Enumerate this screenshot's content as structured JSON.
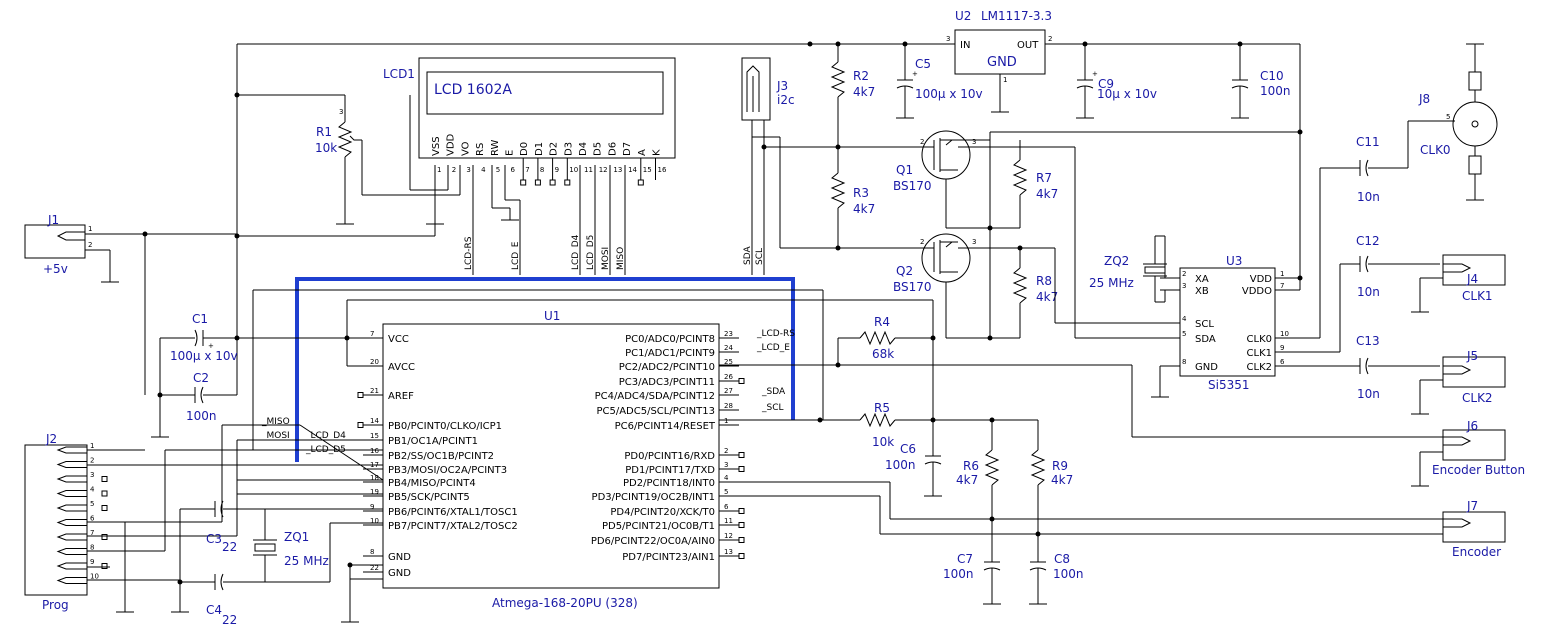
{
  "components": {
    "u1": {
      "ref": "U1",
      "value": "Atmega-168-20PU (328)"
    },
    "u2": {
      "ref": "U2",
      "value": "LM1117-3.3",
      "in": "IN",
      "out": "OUT",
      "gnd": "GND"
    },
    "u3": {
      "ref": "U3",
      "value": "Si5351"
    },
    "lcd1": {
      "ref": "LCD1",
      "display_text": "LCD 1602A",
      "pins": [
        "VSS",
        "VDD",
        "VO",
        "RS",
        "RW",
        "E",
        "D0",
        "D1",
        "D2",
        "D3",
        "D4",
        "D5",
        "D6",
        "D7",
        "A",
        "K"
      ]
    },
    "j1": {
      "ref": "J1",
      "value": "+5v"
    },
    "j2": {
      "ref": "J2",
      "value": "Prog"
    },
    "j3": {
      "ref": "J3",
      "value": "i2c"
    },
    "j4": {
      "ref": "J4",
      "value": "CLK1"
    },
    "j5": {
      "ref": "J5",
      "value": "CLK2"
    },
    "j6": {
      "ref": "J6",
      "value": "Encoder Button"
    },
    "j7": {
      "ref": "J7",
      "value": "Encoder"
    },
    "j8": {
      "ref": "J8",
      "value": "CLK0"
    },
    "r1": {
      "ref": "R1",
      "value": "10k"
    },
    "r2": {
      "ref": "R2",
      "value": "4k7"
    },
    "r3": {
      "ref": "R3",
      "value": "4k7"
    },
    "r4": {
      "ref": "R4",
      "value": "68k"
    },
    "r5": {
      "ref": "R5",
      "value": "10k"
    },
    "r6": {
      "ref": "R6",
      "value": "4k7"
    },
    "r7": {
      "ref": "R7",
      "value": "4k7"
    },
    "r8": {
      "ref": "R8",
      "value": "4k7"
    },
    "r9": {
      "ref": "R9",
      "value": "4k7"
    },
    "c1": {
      "ref": "C1",
      "value": "100µ x 10v"
    },
    "c2": {
      "ref": "C2",
      "value": "100n"
    },
    "c3": {
      "ref": "C3",
      "value": "22"
    },
    "c4": {
      "ref": "C4",
      "value": "22"
    },
    "c5": {
      "ref": "C5",
      "value": "100µ x 10v"
    },
    "c6": {
      "ref": "C6",
      "value": "100n"
    },
    "c7": {
      "ref": "C7",
      "value": "100n"
    },
    "c8": {
      "ref": "C8",
      "value": "100n"
    },
    "c9": {
      "ref": "C9",
      "value": "10µ x 10v"
    },
    "c10": {
      "ref": "C10",
      "value": "100n"
    },
    "c11": {
      "ref": "C11",
      "value": "10n"
    },
    "c12": {
      "ref": "C12",
      "value": "10n"
    },
    "c13": {
      "ref": "C13",
      "value": "10n"
    },
    "q1": {
      "ref": "Q1",
      "value": "BS170"
    },
    "q2": {
      "ref": "Q2",
      "value": "BS170"
    },
    "zq1": {
      "ref": "ZQ1",
      "value": "25 MHz"
    },
    "zq2": {
      "ref": "ZQ2",
      "value": "25 MHz"
    }
  },
  "u1_left_pins": [
    {
      "name": "VCC",
      "num": "7"
    },
    {
      "name": "AVCC",
      "num": "20"
    },
    {
      "name": "AREF",
      "num": "21"
    },
    {
      "name": "PB0/PCINT0/CLKO/ICP1",
      "num": "14"
    },
    {
      "name": "PB1/OC1A/PCINT1",
      "num": "15"
    },
    {
      "name": "PB2/SS/OC1B/PCINT2",
      "num": "16"
    },
    {
      "name": "PB3/MOSI/OC2A/PCINT3",
      "num": "17"
    },
    {
      "name": "PB4/MISO/PCINT4",
      "num": "18"
    },
    {
      "name": "PB5/SCK/PCINT5",
      "num": "19"
    },
    {
      "name": "PB6/PCINT6/XTAL1/TOSC1",
      "num": "9"
    },
    {
      "name": "PB7/PCINT7/XTAL2/TOSC2",
      "num": "10"
    },
    {
      "name": "GND",
      "num": "8"
    },
    {
      "name": "GND",
      "num": "22"
    }
  ],
  "u1_right_pins": [
    {
      "name": "PC0/ADC0/PCINT8",
      "num": "23"
    },
    {
      "name": "PC1/ADC1/PCINT9",
      "num": "24"
    },
    {
      "name": "PC2/ADC2/PCINT10",
      "num": "25"
    },
    {
      "name": "PC3/ADC3/PCINT11",
      "num": "26"
    },
    {
      "name": "PC4/ADC4/SDA/PCINT12",
      "num": "27"
    },
    {
      "name": "PC5/ADC5/SCL/PCINT13",
      "num": "28"
    },
    {
      "name": "PC6/PCINT14/RESET",
      "num": "1"
    },
    {
      "name": "PD0/PCINT16/RXD",
      "num": "2"
    },
    {
      "name": "PD1/PCINT17/TXD",
      "num": "3"
    },
    {
      "name": "PD2/PCINT18/INT0",
      "num": "4"
    },
    {
      "name": "PD3/PCINT19/OC2B/INT1",
      "num": "5"
    },
    {
      "name": "PD4/PCINT20/XCK/T0",
      "num": "6"
    },
    {
      "name": "PD5/PCINT21/OC0B/T1",
      "num": "11"
    },
    {
      "name": "PD6/PCINT22/OC0A/AIN0",
      "num": "12"
    },
    {
      "name": "PD7/PCINT23/AIN1",
      "num": "13"
    }
  ],
  "u3_left_pins": [
    {
      "name": "XA",
      "num": "2"
    },
    {
      "name": "XB",
      "num": "3"
    },
    {
      "name": "SCL",
      "num": "4"
    },
    {
      "name": "SDA",
      "num": "5"
    },
    {
      "name": "GND",
      "num": "8"
    }
  ],
  "u3_right_pins": [
    {
      "name": "VDD",
      "num": "1"
    },
    {
      "name": "VDDO",
      "num": "7"
    },
    {
      "name": "CLK0",
      "num": "10"
    },
    {
      "name": "CLK1",
      "num": "9"
    },
    {
      "name": "CLK2",
      "num": "6"
    }
  ],
  "net_labels": {
    "lcd_rs": "_LCD-RS",
    "lcd_e": "_LCD_E",
    "lcd_d4": "_LCD_D4",
    "lcd_d5": "_LCD_D5",
    "mosi": "_MOSI",
    "miso": "_MISO",
    "sda": "_SDA",
    "scl": "_SCL",
    "bus_lcd_rs": "LCD-RS",
    "bus_lcd_e": "LCD_E",
    "bus_lcd_d4": "LCD_D4",
    "bus_lcd_d5": "LCD_D5",
    "bus_mosi": "MOSI",
    "bus_miso": "MISO",
    "bus_sda": "SDA",
    "bus_scl": "SCL"
  },
  "colors": {
    "label": "#1a1aa6",
    "bus": "#1f3fd0",
    "wire": "#000000"
  }
}
